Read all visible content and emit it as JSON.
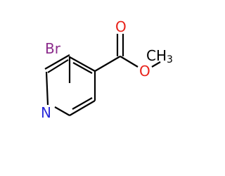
{
  "colors": {
    "bond": "#000000",
    "nitrogen": "#2b2bd9",
    "oxygen": "#e8221a",
    "bromine": "#8b2b8b"
  },
  "atoms": {
    "bromine_label": "Br",
    "nitrogen_label": "N",
    "carbonyl_oxygen_label": "O",
    "ester_oxygen_label": "O",
    "methyl_label": "CH",
    "methyl_subscript": "3"
  }
}
